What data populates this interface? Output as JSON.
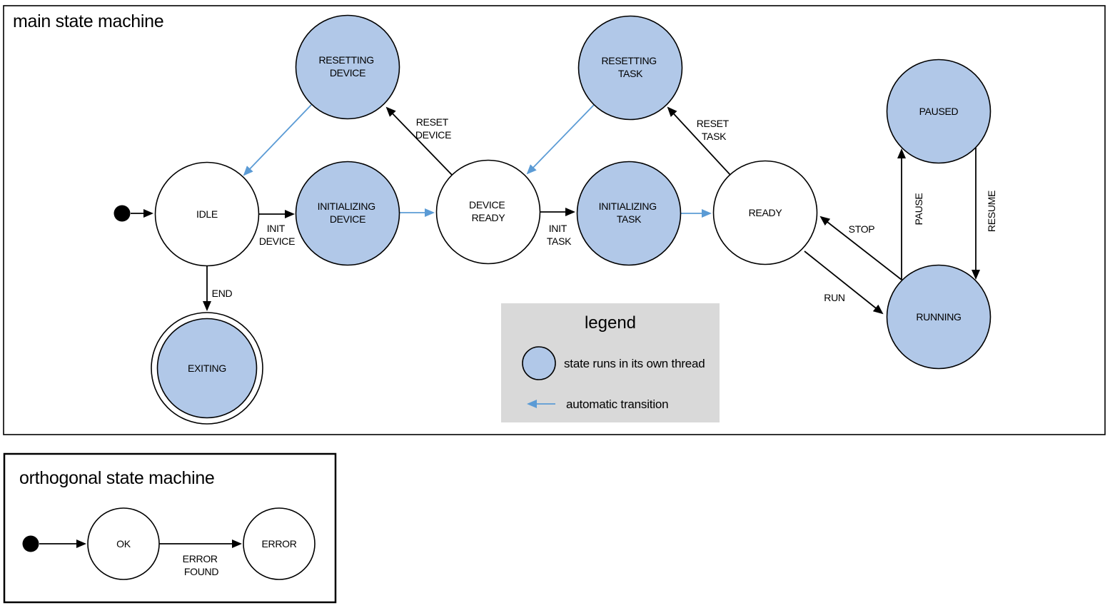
{
  "main_panel": {
    "title": "main state machine",
    "states": {
      "idle": {
        "lines": [
          "IDLE"
        ],
        "threaded": false
      },
      "resetting_device": {
        "lines": [
          "RESETTING",
          "DEVICE"
        ],
        "threaded": true
      },
      "initializing_device": {
        "lines": [
          "INITIALIZING",
          "DEVICE"
        ],
        "threaded": true
      },
      "device_ready": {
        "lines": [
          "DEVICE",
          "READY"
        ],
        "threaded": false
      },
      "resetting_task": {
        "lines": [
          "RESETTING",
          "TASK"
        ],
        "threaded": true
      },
      "initializing_task": {
        "lines": [
          "INITIALIZING",
          "TASK"
        ],
        "threaded": true
      },
      "ready": {
        "lines": [
          "READY"
        ],
        "threaded": false
      },
      "paused": {
        "lines": [
          "PAUSED"
        ],
        "threaded": true
      },
      "running": {
        "lines": [
          "RUNNING"
        ],
        "threaded": true
      },
      "exiting": {
        "lines": [
          "EXITING"
        ],
        "threaded": true,
        "final_state": true
      }
    },
    "transitions": {
      "init_device": {
        "lines": [
          "INIT",
          "DEVICE"
        ]
      },
      "end": {
        "lines": [
          "END"
        ]
      },
      "reset_device": {
        "lines": [
          "RESET",
          "DEVICE"
        ]
      },
      "init_task": {
        "lines": [
          "INIT",
          "TASK"
        ]
      },
      "reset_task": {
        "lines": [
          "RESET",
          "TASK"
        ]
      },
      "stop": {
        "lines": [
          "STOP"
        ]
      },
      "run": {
        "lines": [
          "RUN"
        ]
      },
      "pause": {
        "lines": [
          "PAUSE"
        ]
      },
      "resume": {
        "lines": [
          "RESUME"
        ]
      }
    }
  },
  "legend": {
    "title": "legend",
    "items": [
      {
        "label": "state runs in its own thread"
      },
      {
        "label": "automatic transition"
      }
    ]
  },
  "orthogonal_panel": {
    "title": "orthogonal state machine",
    "states": {
      "ok": {
        "lines": [
          "OK"
        ],
        "threaded": false
      },
      "error": {
        "lines": [
          "ERROR"
        ],
        "threaded": false
      }
    },
    "transitions": {
      "error_found": {
        "lines": [
          "ERROR",
          "FOUND"
        ]
      }
    }
  },
  "colors": {
    "threaded_state_fill": "#b1c8e8",
    "automatic_transition": "#5b9bd5",
    "legend_background": "#d9d9d9",
    "outline": "#000000"
  }
}
